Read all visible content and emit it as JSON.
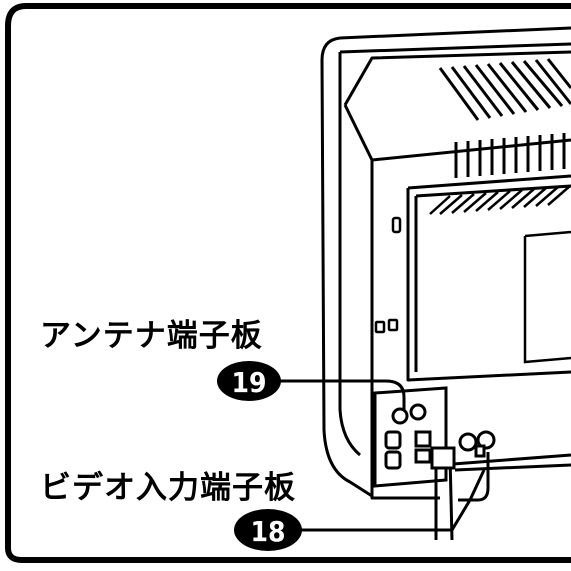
{
  "labels": {
    "antenna_panel": "アンテナ端子板",
    "video_input_panel": "ビデオ入力端子板"
  },
  "callouts": {
    "antenna_number": "19",
    "video_input_number": "18"
  },
  "colors": {
    "ink": "#000000",
    "paper": "#ffffff"
  }
}
